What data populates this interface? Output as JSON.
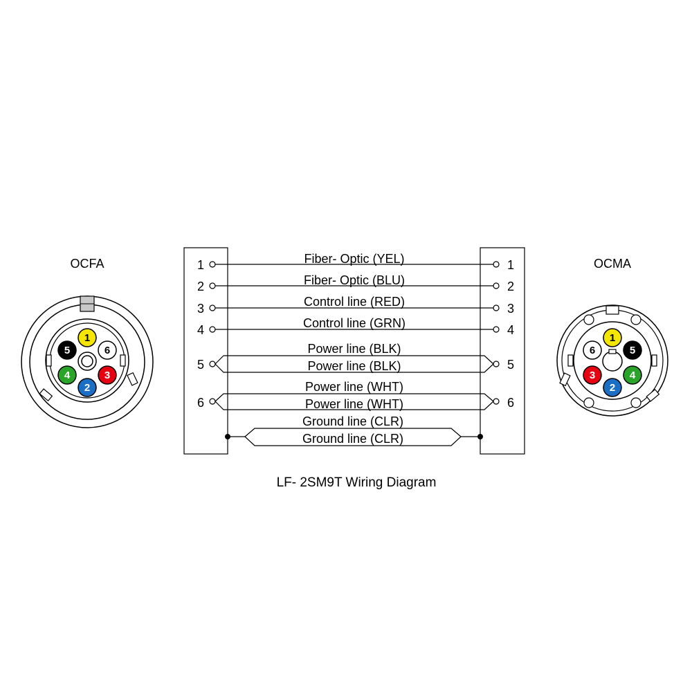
{
  "left_connector": {
    "label": "OCFA",
    "pins": [
      {
        "n": "1",
        "color": "#f5e600",
        "text_color": "#000000"
      },
      {
        "n": "5",
        "color": "#000000",
        "text_color": "#ffffff"
      },
      {
        "n": "6",
        "color": "#ffffff",
        "text_color": "#000000"
      },
      {
        "n": "4",
        "color": "#2aa52a",
        "text_color": "#ffffff"
      },
      {
        "n": "3",
        "color": "#e60012",
        "text_color": "#ffffff"
      },
      {
        "n": "2",
        "color": "#1a6fc4",
        "text_color": "#ffffff"
      }
    ]
  },
  "right_connector": {
    "label": "OCMA",
    "pins": [
      {
        "n": "1",
        "color": "#f5e600",
        "text_color": "#000000"
      },
      {
        "n": "6",
        "color": "#ffffff",
        "text_color": "#000000"
      },
      {
        "n": "5",
        "color": "#000000",
        "text_color": "#ffffff"
      },
      {
        "n": "3",
        "color": "#e60012",
        "text_color": "#ffffff"
      },
      {
        "n": "4",
        "color": "#2aa52a",
        "text_color": "#ffffff"
      },
      {
        "n": "2",
        "color": "#1a6fc4",
        "text_color": "#ffffff"
      }
    ]
  },
  "terminals": {
    "left": [
      "1",
      "2",
      "3",
      "4",
      "5",
      "6"
    ],
    "right": [
      "1",
      "2",
      "3",
      "4",
      "5",
      "6"
    ]
  },
  "wires": [
    "Fiber- Optic (YEL)",
    "Fiber- Optic (BLU)",
    "Control line (RED)",
    "Control line (GRN)",
    "Power line (BLK)",
    "Power line (BLK)",
    "Power line (WHT)",
    "Power line (WHT)",
    "Ground line (CLR)",
    "Ground line (CLR)"
  ],
  "caption": "LF- 2SM9T  Wiring Diagram"
}
